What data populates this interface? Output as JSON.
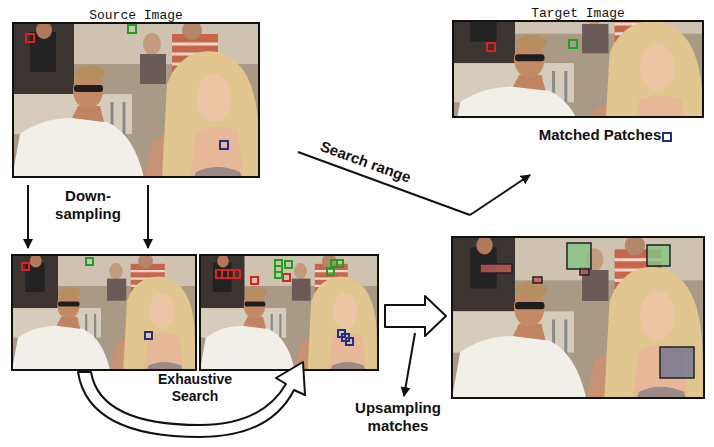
{
  "diagram": {
    "nodes": [
      {
        "text": [
          "Source Image"
        ]
      },
      {
        "text": [
          "Target Image"
        ]
      }
    ],
    "labels": [
      "Down-sampling",
      "Exhaustive Search",
      "Search range",
      "Matched Patches",
      "Upsampling matches"
    ]
  }
}
